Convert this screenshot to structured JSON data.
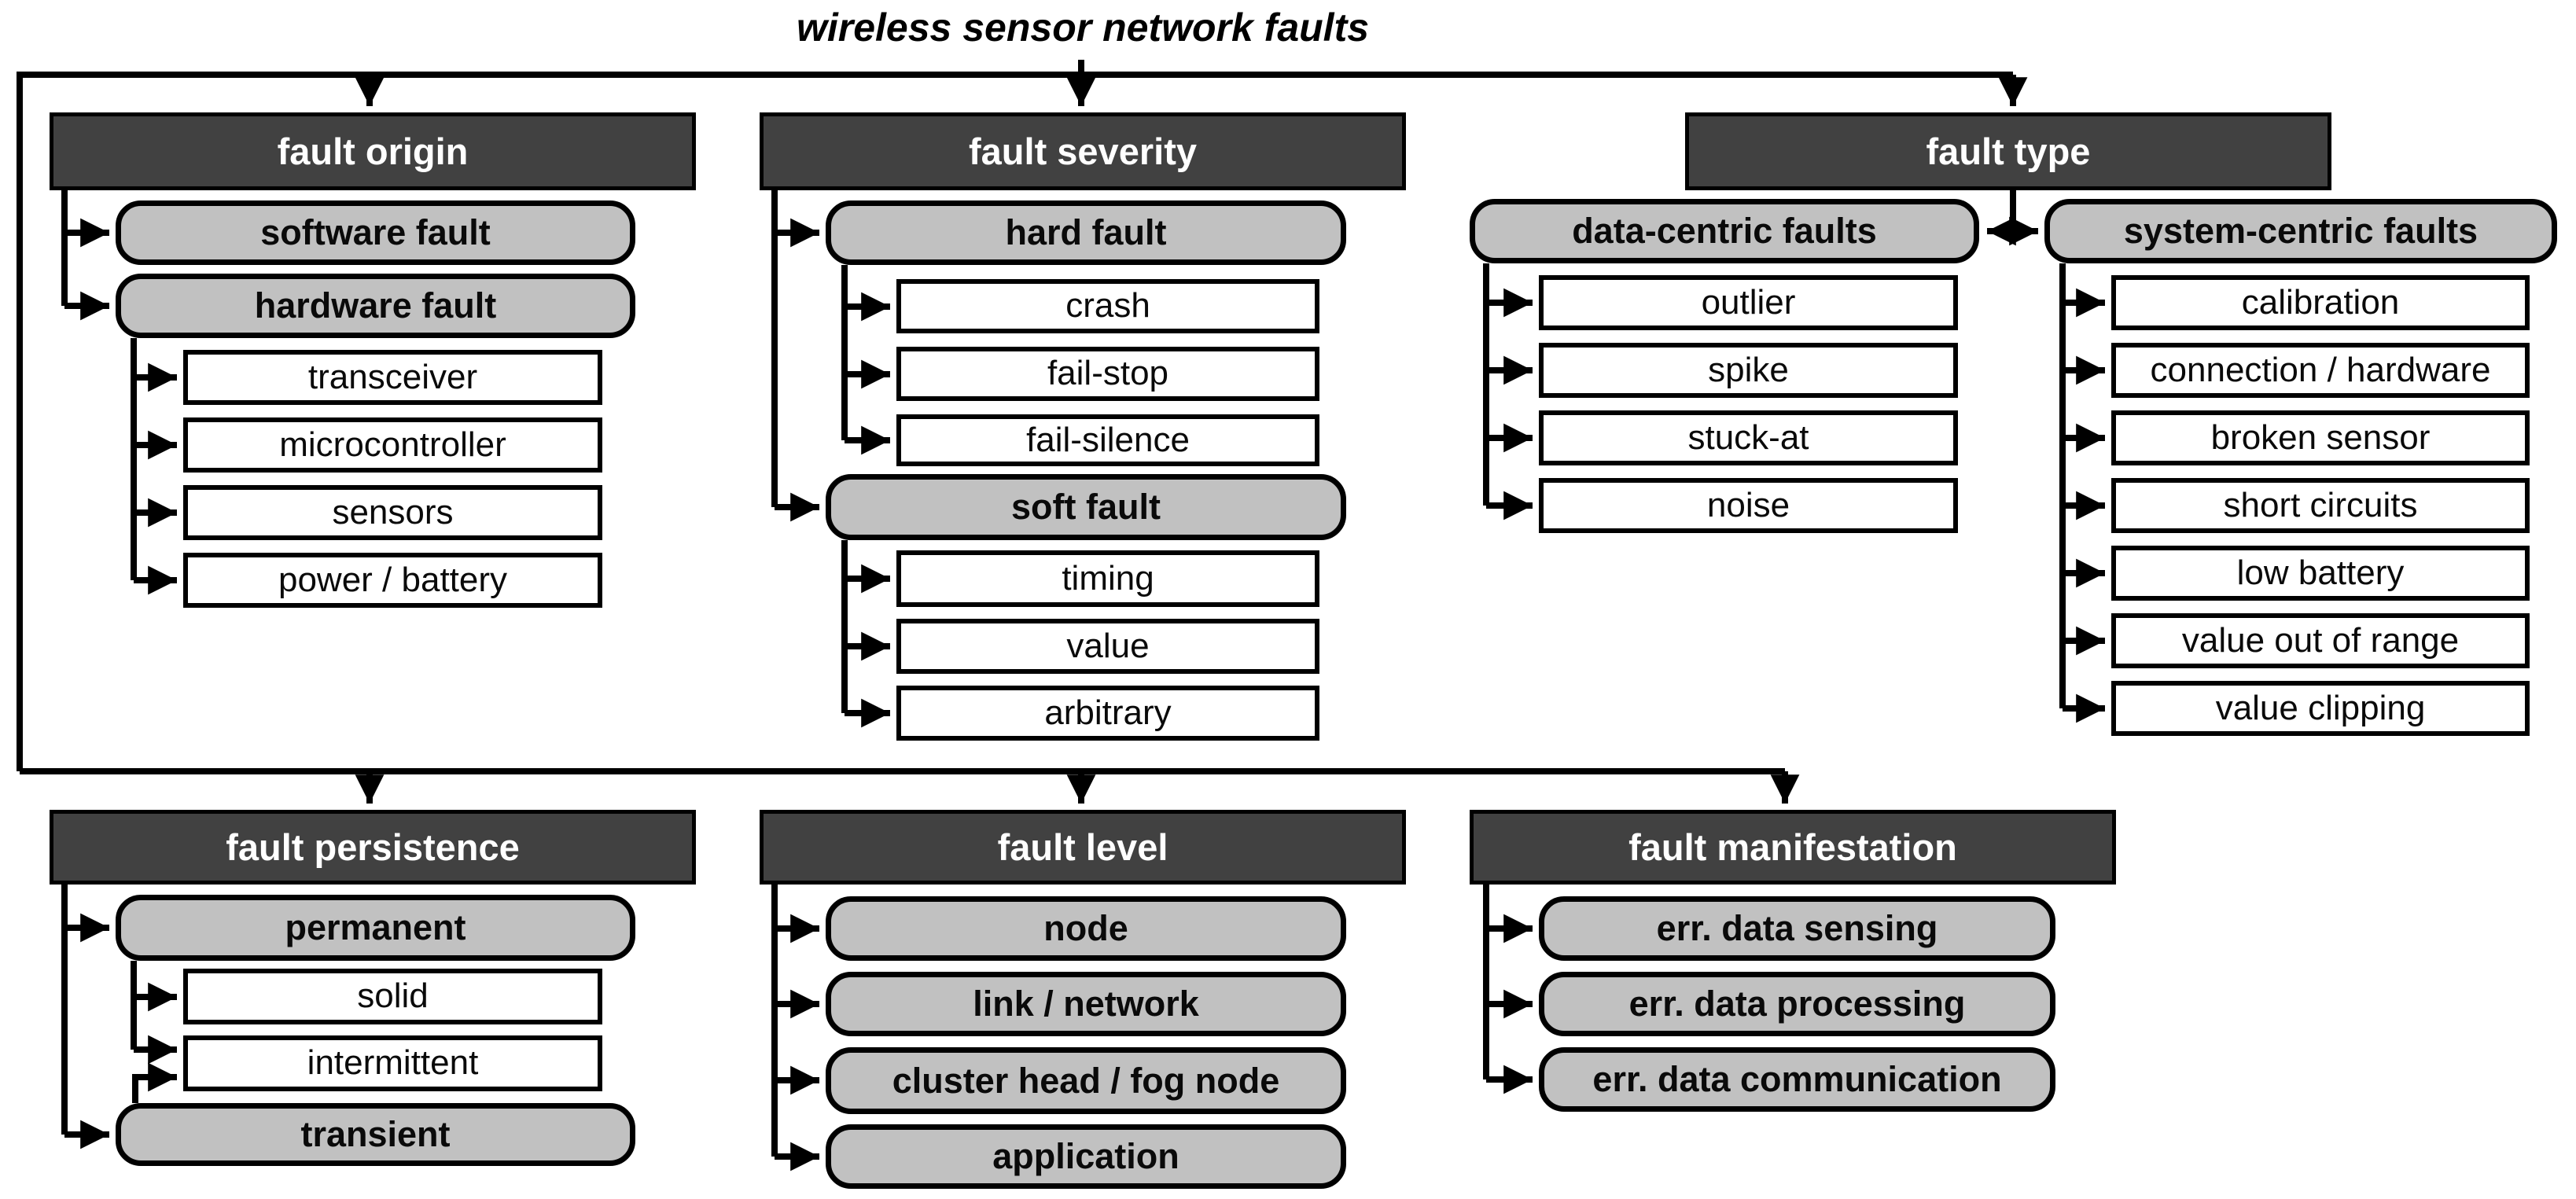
{
  "title": "wireless sensor network faults",
  "colors": {
    "header_bg": "#414141",
    "header_text": "#ffffff",
    "subcategory_bg": "#c1c1c1",
    "leaf_bg": "#ffffff",
    "line": "#000000"
  },
  "labels": {
    "fault_origin": "fault origin",
    "software_fault": "software fault",
    "hardware_fault": "hardware fault",
    "transceiver": "transceiver",
    "microcontroller": "microcontroller",
    "sensors": "sensors",
    "power_battery": "power / battery",
    "fault_severity": "fault severity",
    "hard_fault": "hard fault",
    "crash": "crash",
    "fail_stop": "fail-stop",
    "fail_silence": "fail-silence",
    "soft_fault": "soft fault",
    "timing": "timing",
    "value": "value",
    "arbitrary": "arbitrary",
    "fault_type": "fault type",
    "data_centric": "data-centric faults",
    "system_centric": "system-centric faults",
    "outlier": "outlier",
    "spike": "spike",
    "stuck_at": "stuck-at",
    "noise": "noise",
    "calibration": "calibration",
    "connection_hardware": "connection / hardware",
    "broken_sensor": "broken sensor",
    "short_circuits": "short circuits",
    "low_battery": "low battery",
    "value_out_of_range": "value out of range",
    "value_clipping": "value clipping",
    "fault_persistence": "fault persistence",
    "permanent": "permanent",
    "solid": "solid",
    "intermittent": "intermittent",
    "transient": "transient",
    "fault_level": "fault level",
    "node": "node",
    "link_network": "link / network",
    "cluster_head": "cluster head / fog node",
    "application": "application",
    "fault_manifestation": "fault manifestation",
    "err_sensing": "err. data sensing",
    "err_processing": "err. data processing",
    "err_communication": "err. data communication"
  },
  "hierarchy": [
    {
      "category": "fault origin",
      "children": [
        {
          "label": "software fault"
        },
        {
          "label": "hardware fault",
          "children": [
            "transceiver",
            "microcontroller",
            "sensors",
            "power / battery"
          ]
        }
      ]
    },
    {
      "category": "fault severity",
      "children": [
        {
          "label": "hard fault",
          "children": [
            "crash",
            "fail-stop",
            "fail-silence"
          ]
        },
        {
          "label": "soft fault",
          "children": [
            "timing",
            "value",
            "arbitrary"
          ]
        }
      ]
    },
    {
      "category": "fault type",
      "children": [
        {
          "label": "data-centric faults",
          "children": [
            "outlier",
            "spike",
            "stuck-at",
            "noise"
          ]
        },
        {
          "label": "system-centric faults",
          "children": [
            "calibration",
            "connection / hardware",
            "broken sensor",
            "short circuits",
            "low battery",
            "value out of range",
            "value clipping"
          ]
        }
      ]
    },
    {
      "category": "fault persistence",
      "children": [
        {
          "label": "permanent",
          "children": [
            "solid",
            "intermittent"
          ]
        },
        {
          "label": "transient",
          "children": []
        }
      ]
    },
    {
      "category": "fault level",
      "children": [
        {
          "label": "node"
        },
        {
          "label": "link / network"
        },
        {
          "label": "cluster head / fog node"
        },
        {
          "label": "application"
        }
      ]
    },
    {
      "category": "fault manifestation",
      "children": [
        {
          "label": "err. data sensing"
        },
        {
          "label": "err. data processing"
        },
        {
          "label": "err. data communication"
        }
      ]
    }
  ]
}
